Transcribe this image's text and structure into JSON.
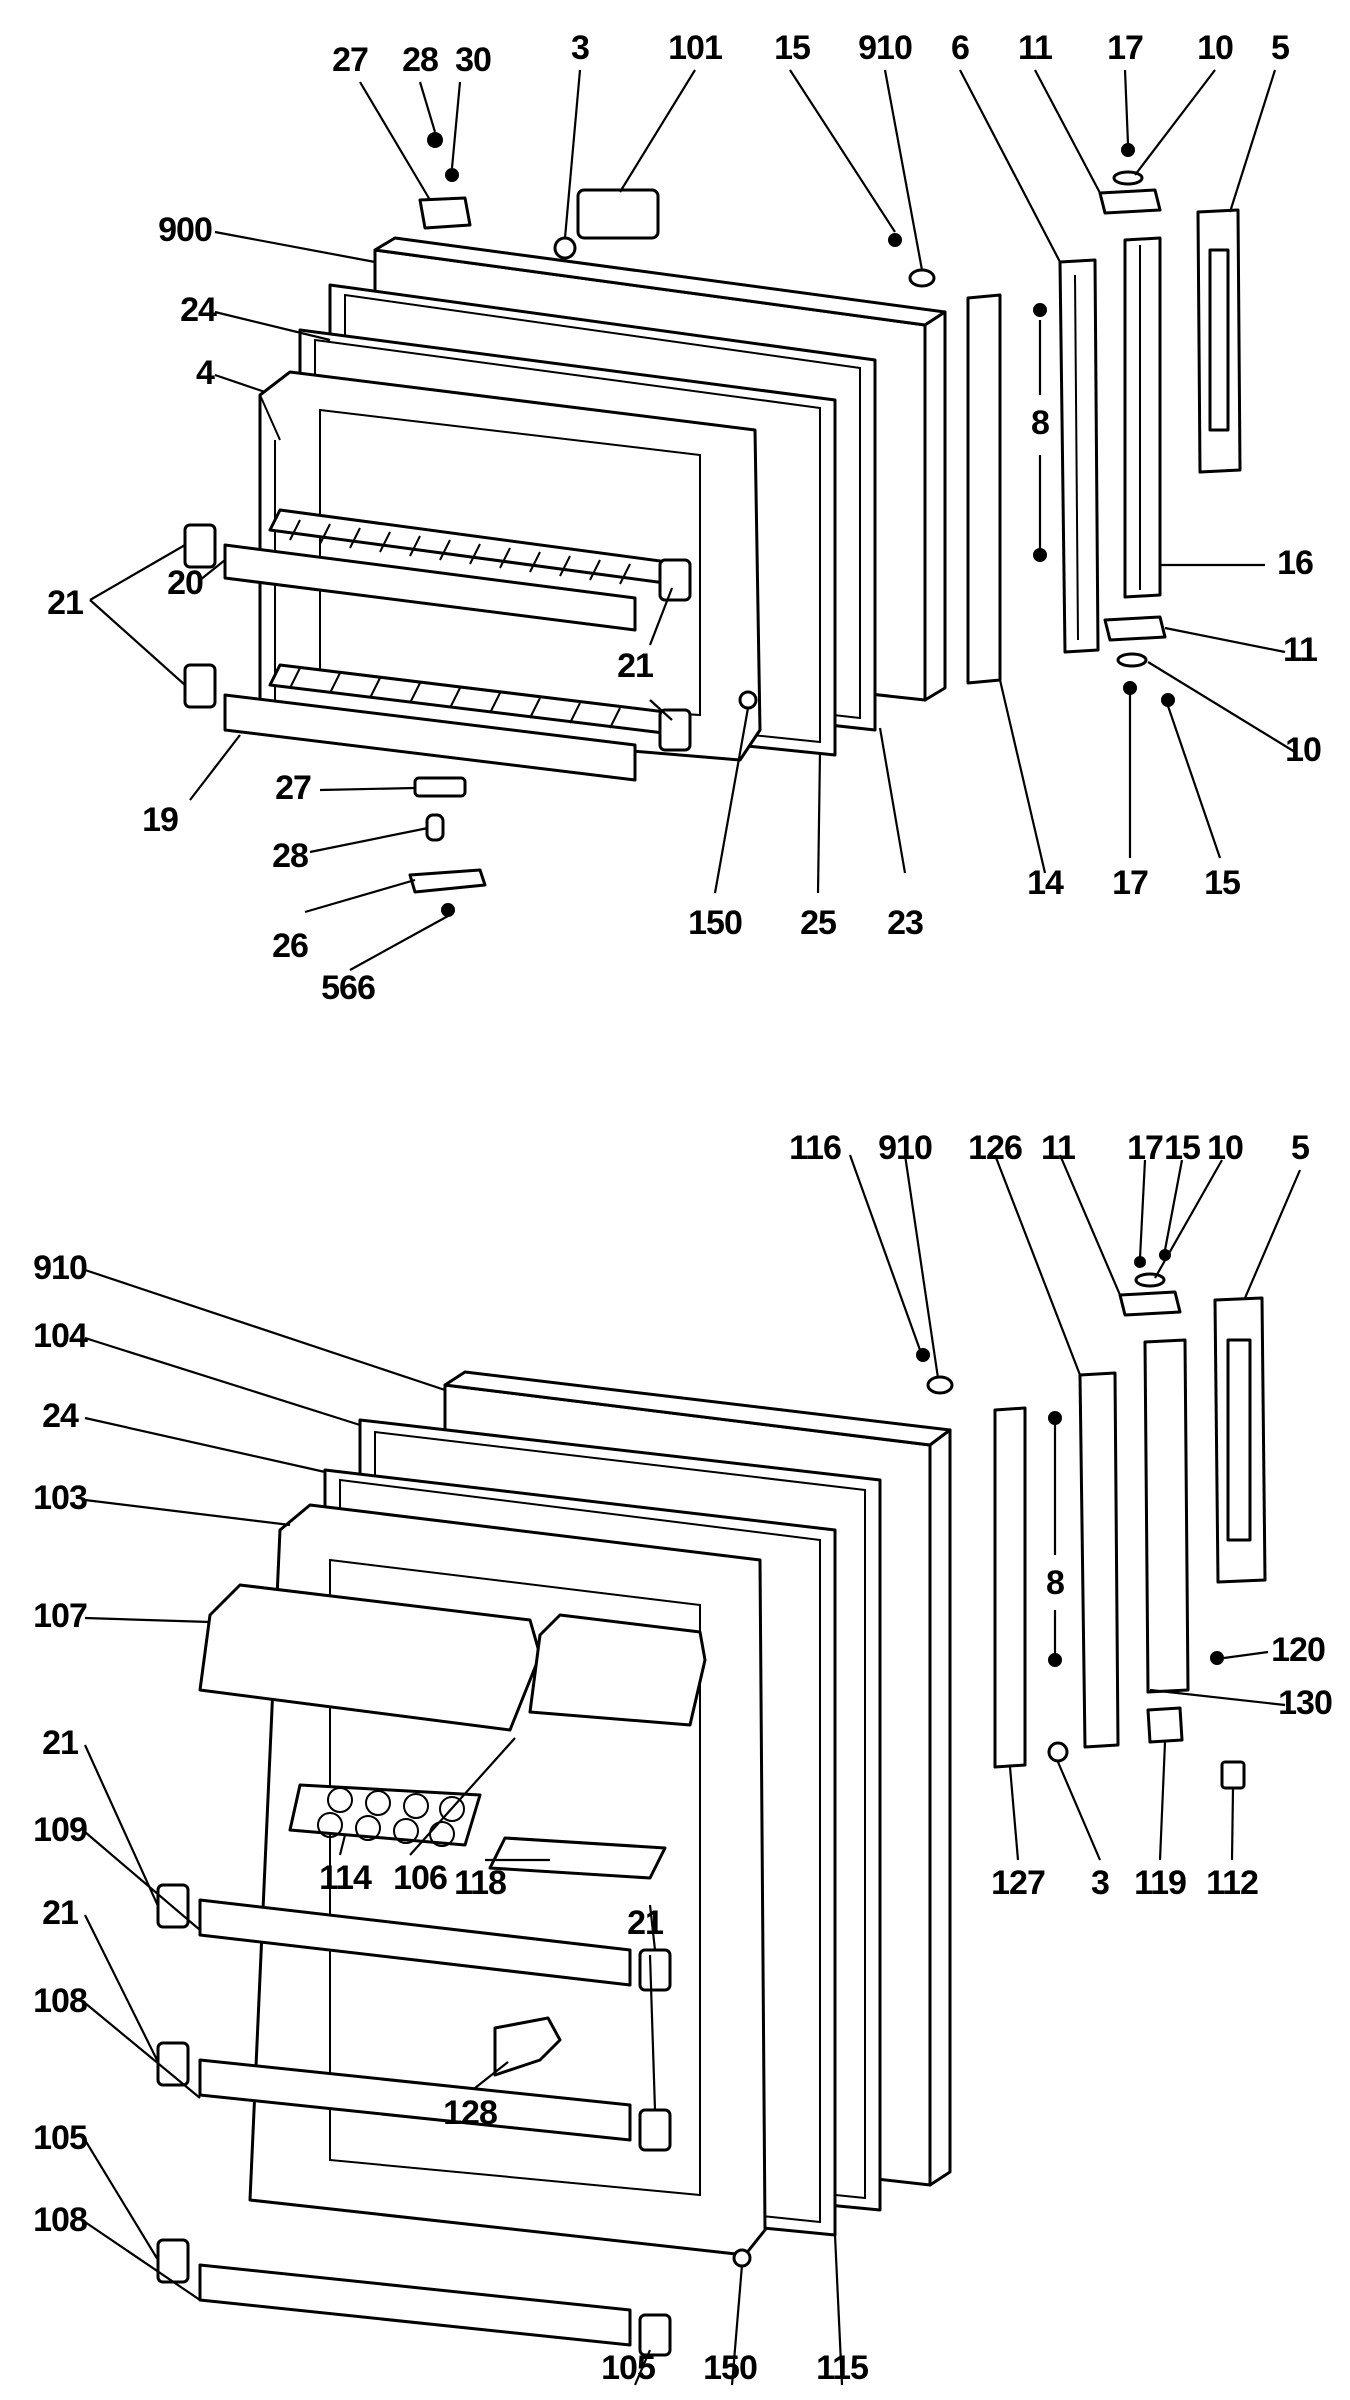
{
  "callouts_top": [
    "27",
    "28",
    "30",
    "3",
    "101",
    "15",
    "910",
    "6",
    "11",
    "17",
    "10",
    "5",
    "900",
    "24",
    "4",
    "8",
    "21",
    "20",
    "16",
    "11",
    "21",
    "10",
    "19",
    "27",
    "28",
    "26",
    "566",
    "150",
    "25",
    "23",
    "14",
    "17",
    "15"
  ],
  "callouts_bottom": [
    "116",
    "910",
    "126",
    "11",
    "17",
    "15",
    "10",
    "5",
    "910",
    "104",
    "24",
    "103",
    "107",
    "8",
    "120",
    "130",
    "21",
    "109",
    "114",
    "106",
    "118",
    "21",
    "127",
    "3",
    "119",
    "112",
    "21",
    "108",
    "128",
    "105",
    "108",
    "105",
    "150",
    "115"
  ]
}
